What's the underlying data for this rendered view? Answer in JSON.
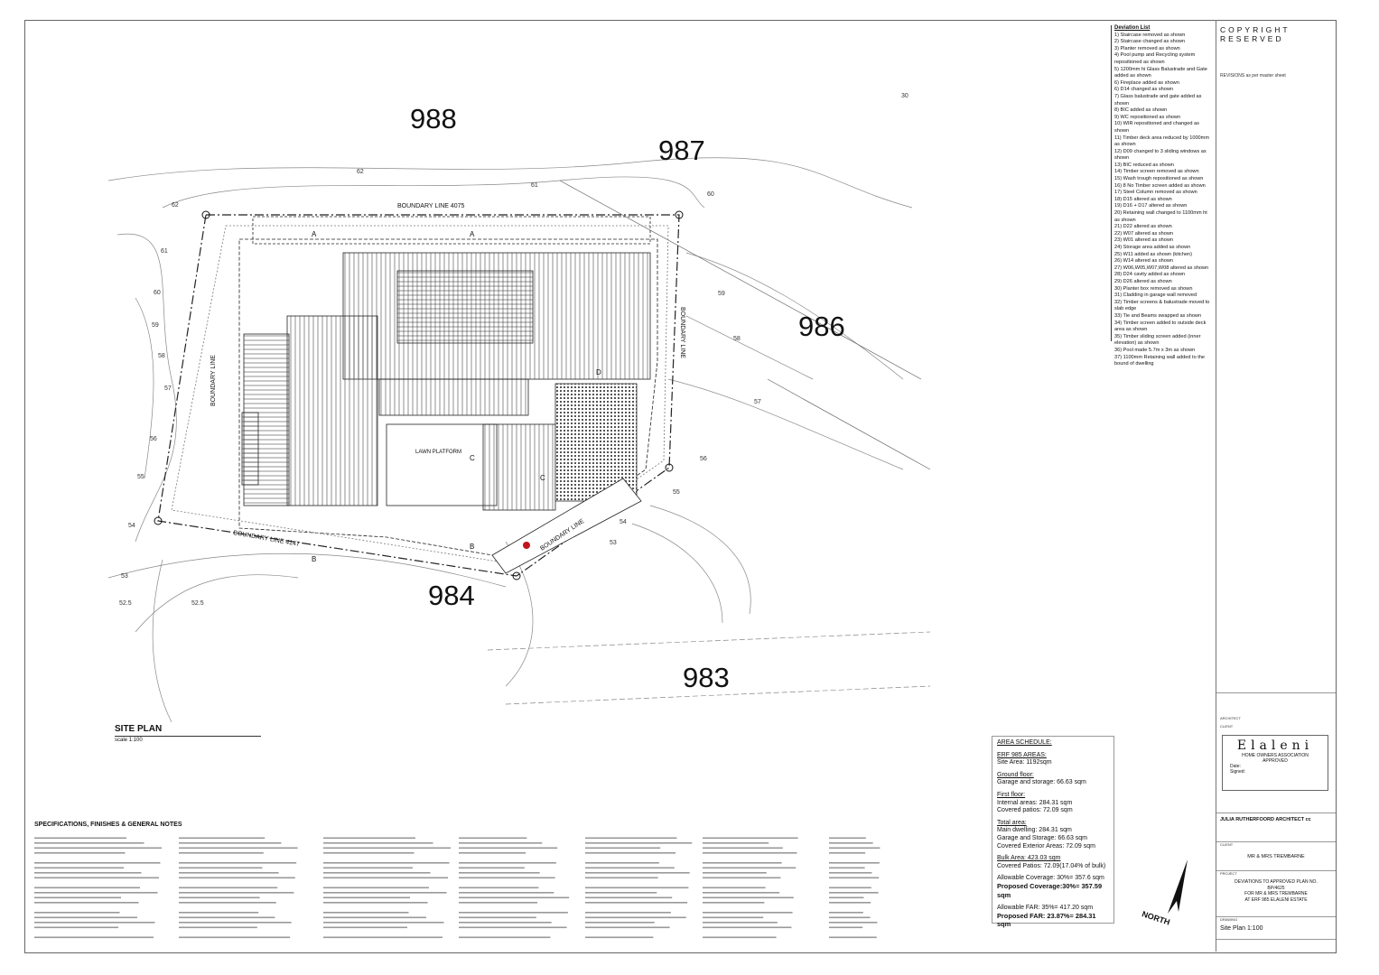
{
  "plan": {
    "erf_numbers": [
      "988",
      "987",
      "986",
      "984",
      "983"
    ],
    "boundary_labels": [
      "BOUNDARY LINE 4075",
      "BOUNDARY LINE",
      "BOUNDARY LINE",
      "BOUNDARY LINE 4147",
      "BOUNDARY LINE"
    ],
    "contour_labels": [
      "62",
      "61",
      "60",
      "62",
      "61",
      "60",
      "59",
      "58",
      "57",
      "56",
      "55",
      "54",
      "59",
      "58",
      "57",
      "56",
      "55",
      "54",
      "53",
      "53",
      "52.5",
      "52.5",
      "30"
    ],
    "lawn_platform": "LAWN PLATFORM",
    "section_markers": [
      "A",
      "A",
      "B",
      "B",
      "C",
      "C",
      "D"
    ],
    "site_plan_title": "SITE PLAN",
    "site_plan_scale": "scale 1:100",
    "north_label": "NORTH",
    "marker_color": "#c0161b"
  },
  "deviation_list": {
    "title": "Deviation List",
    "items": [
      "1) Staircase removed as shown",
      "2) Staircase changed as shown",
      "3) Planter removed as shown",
      "4) Pool pump and Recycling system repositioned as shown",
      "5) 1200mm hi Glass Balustrade and Gate added as shown",
      "6) Fireplace added as shown",
      "6) D14 changed as shown",
      "7) Glass balustrade and gate added as shown",
      "8) BIC added as shown",
      "9) WC repositioned as shown",
      "10) WIR repositioned and changed as shown",
      "11) Timber deck area reduced by 1000mm as shown",
      "12) D09 changed to 3 sliding windows as shown",
      "13) BIC reduced as shown",
      "14) Timber screen removed as shown",
      "15) Wash trough repositioned as shown",
      "16) 8 No Timber screen added as shown",
      "17) Steel Column removed as shown",
      "18) D15 altered as shown",
      "19) D16 + D17 altered as shown",
      "20) Retaining wall changed to 1100mm ht as shown",
      "21) D22 altered as shown",
      "22) W07 altered as shown",
      "23) W01 altered as shown",
      "24) Storage area added as shown",
      "25) W11 added as shown (kitchen)",
      "26) W14 altered as shown",
      "27) W06,W05,W07,W08 altered as shown",
      "28) D24 cavity added as shown",
      "29) D26 altered as shown",
      "30) Planter box removed as shown",
      "31) Cladding in garage wall removed",
      "32) Timber screens & balustrade moved to slab edge",
      "33) Tie and Beams swapped as shown",
      "34) Timber screen added to outside deck area as shown",
      "35) Timber sliding screen added (inner elevation) as shown",
      "36) Pool made 5.7m x 3m as shown",
      "37) 1100mm Retaining wall added to the bound of dwelling"
    ]
  },
  "title_block": {
    "copyright": "COPYRIGHT RESERVED",
    "revisions": "REVISIONS as per master sheet",
    "architect_label": "ARCHITECT",
    "client_label": "CLIENT",
    "hoa_logo": "Elaleni",
    "hoa_line1": "HOME OWNERS ASSOCIATION",
    "hoa_line2": "APPROVED",
    "date_label": "Date:",
    "signed_label": "Signed:",
    "firm": "JULIA RUTHERFOORD ARCHITECT cc",
    "client_section": "CLIENT",
    "client_name": "MR & MRS TREMBARNE",
    "project_section": "PROJECT",
    "project_lines": [
      "DEVIATIONS TO APPROVED PLAN NO.",
      "BP/4625",
      "FOR MR & MRS TREMBARNE",
      "AT ERF 985 ELALENI ESTATE"
    ],
    "drawing_section": "DRAWING",
    "drawing_name": "Site Plan 1:100"
  },
  "area_schedule": {
    "title": "AREA SCHEDULE:",
    "erf_heading": "ERF 985 AREAS:",
    "site_area": "Site Area: 1192sqm",
    "ground_heading": "Ground floor:",
    "garage": "Garage and storage: 66.63 sqm",
    "first_heading": "First floor:",
    "internal": "Internal areas: 284.31 sqm",
    "covered_patios": "Covered patios: 72.09 sqm",
    "total_heading": "Total area:",
    "main_dwelling": "Main dwelling: 284.31 sqm",
    "garage_total": "Garage and Storage: 66.63 sqm",
    "covered_ext": "Covered Exterior Areas: 72.09 sqm",
    "bulk": "Bulk Area: 423.03 sqm",
    "covered_bulk": "Covered Patios: 72.09(17.04% of bulk)",
    "allow_cov": "Allowable Coverage: 30%= 357.6 sqm",
    "prop_cov": "Proposed Coverage:30%= 357.59 sqm",
    "allow_far": "Allowable FAR: 35%= 417.20 sqm",
    "prop_far": "Proposed FAR: 23.87%= 284.31 sqm"
  },
  "notes": {
    "title": "SPECIFICATIONS, FINISHES & GENERAL NOTES"
  }
}
